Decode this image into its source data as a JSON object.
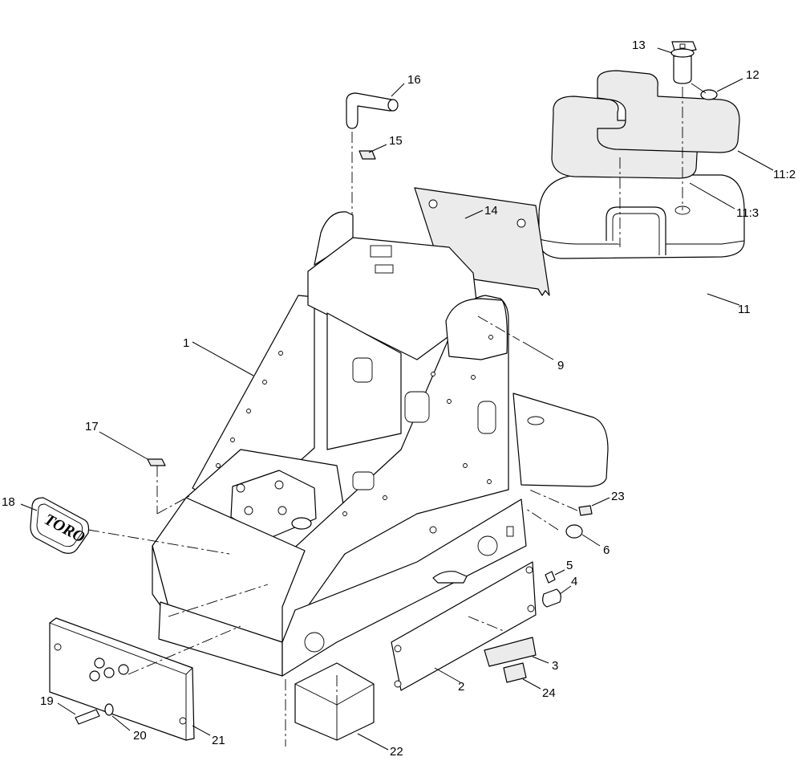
{
  "logo": {
    "text": "TORO"
  },
  "callouts": [
    {
      "id": "c1",
      "label": "1"
    },
    {
      "id": "c2",
      "label": "2"
    },
    {
      "id": "c3",
      "label": "3"
    },
    {
      "id": "c4",
      "label": "4"
    },
    {
      "id": "c5",
      "label": "5"
    },
    {
      "id": "c6",
      "label": "6"
    },
    {
      "id": "c9",
      "label": "9"
    },
    {
      "id": "c11",
      "label": "11"
    },
    {
      "id": "c11_2",
      "label": "11:2"
    },
    {
      "id": "c11_3",
      "label": "11:3"
    },
    {
      "id": "c12",
      "label": "12"
    },
    {
      "id": "c13",
      "label": "13"
    },
    {
      "id": "c14",
      "label": "14"
    },
    {
      "id": "c15",
      "label": "15"
    },
    {
      "id": "c16",
      "label": "16"
    },
    {
      "id": "c17",
      "label": "17"
    },
    {
      "id": "c18",
      "label": "18"
    },
    {
      "id": "c19",
      "label": "19"
    },
    {
      "id": "c20",
      "label": "20"
    },
    {
      "id": "c21",
      "label": "21"
    },
    {
      "id": "c22",
      "label": "22"
    },
    {
      "id": "c23",
      "label": "23"
    },
    {
      "id": "c24",
      "label": "24"
    }
  ]
}
